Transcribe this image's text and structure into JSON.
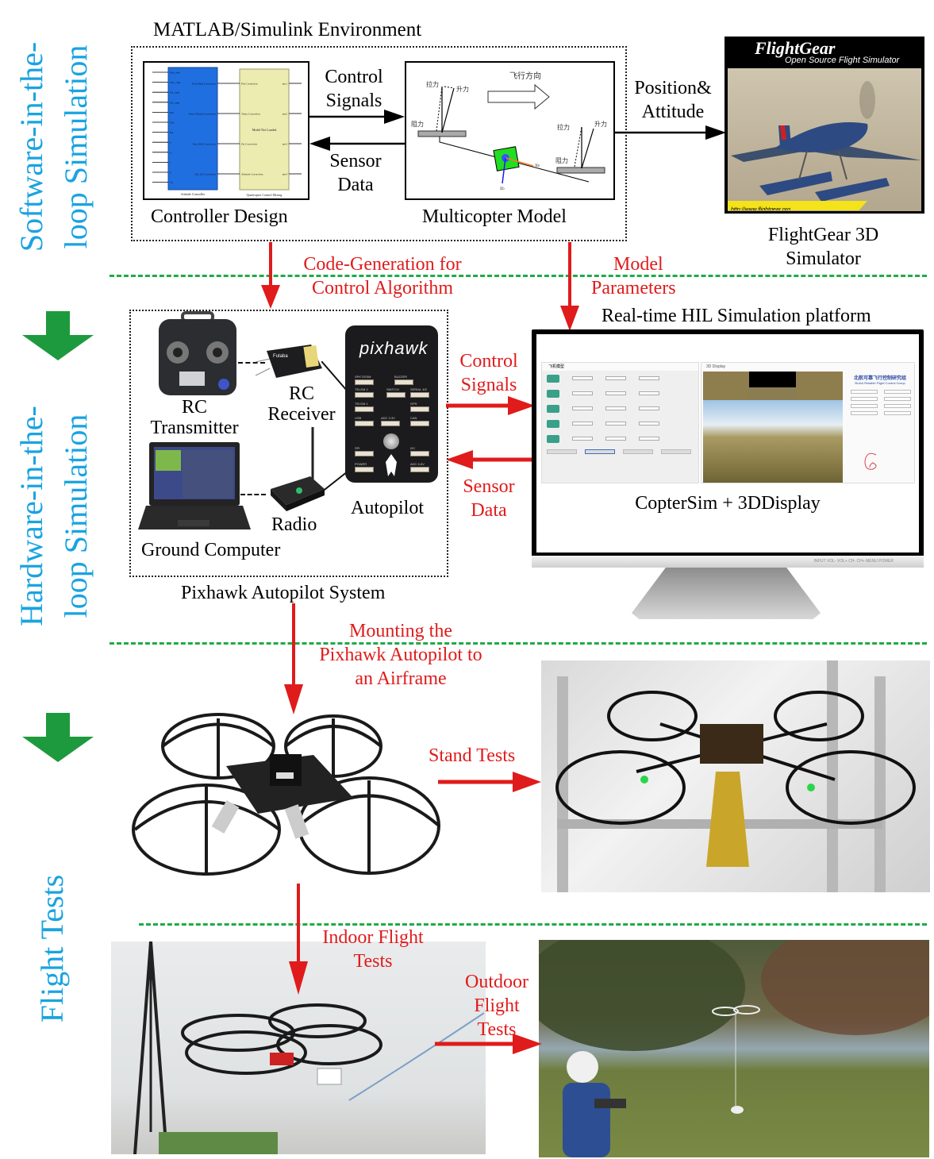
{
  "stages": [
    {
      "lines": [
        "Software-in-the-",
        "loop Simulation"
      ]
    },
    {
      "lines": [
        "Hardware-in-the-",
        "loop Simulation"
      ]
    },
    {
      "lines": [
        "Flight Tests"
      ]
    }
  ],
  "sil": {
    "env_title": "MATLAB/Simulink Environment",
    "controller_caption": "Controller Design",
    "model_caption": "Multicopter Model",
    "control_signals": [
      "Control",
      "Signals"
    ],
    "sensor_data": [
      "Sensor",
      "Data"
    ],
    "position_attitude": [
      "Position&",
      "Attitude"
    ],
    "flightgear_caption": [
      "FlightGear 3D",
      "Simulator"
    ],
    "flightgear_logo": "FlightGear",
    "flightgear_subtitle": "Open Source Flight Simulator",
    "flightgear_url": "http://www.flightgear.org",
    "simulink": {
      "block1_name": "Attitude Controller",
      "block2_name": "Quadcopter Control Mixing",
      "block2_center": "Model Not Loaded",
      "block1_inputs": [
        "Phi_cmd",
        "The_cmd",
        "Psi_cmd",
        "Alt_cmd",
        "Phi",
        "The",
        "Psi",
        "p",
        "q",
        "r",
        "Z",
        "Vz"
      ],
      "block1_outputs": [
        "Roll (Phi) Correction",
        "Pitch (Theta) Correction",
        "Yaw (Psi) Correction",
        "Alt. (Z) Correction"
      ],
      "block2_inputs": [
        "Phi Correction",
        "Theta Correction",
        "Psi Correction",
        "Altitude Correction"
      ],
      "block2_outputs": [
        "mo1",
        "mo2",
        "mo3",
        "mo4"
      ]
    },
    "model_labels": {
      "flight_direction": "飞行方向",
      "pull": "拉力",
      "lift": "升力",
      "drag": "阻力",
      "xb": "x",
      "zb": "z",
      "sub_b": "b"
    }
  },
  "transitions": {
    "code_generation": [
      "Code-Generation for",
      "Control Algorithm"
    ],
    "model_parameters": [
      "Model",
      "Parameters"
    ],
    "mounting": [
      "Mounting the",
      "Pixhawk Autopilot to",
      "an Airframe"
    ],
    "stand_tests": "Stand Tests",
    "indoor_flight": [
      "Indoor Flight",
      "Tests"
    ],
    "outdoor_flight": [
      "Outdoor",
      "Flight",
      "Tests"
    ]
  },
  "hil": {
    "system_caption": "Pixhawk Autopilot System",
    "rc_transmitter": [
      "RC",
      "Transmitter"
    ],
    "rc_receiver": [
      "RC",
      "Receiver"
    ],
    "ground_computer": "Ground Computer",
    "radio": "Radio",
    "autopilot": "Autopilot",
    "pixhawk_logo": "pixhawk",
    "pixhawk_ports": [
      "SPKT/DSM",
      "BUZZER",
      "TELEM 2",
      "SWITCH",
      "SERIAL 4/5",
      "TELEM 1",
      "GPS",
      "USB",
      "ADC 3.3V",
      "CAN",
      "SPI",
      "I2C",
      "POWER",
      "ADC 6.6V"
    ],
    "control_signals": [
      "Control",
      "Signals"
    ],
    "sensor_data": [
      "Sensor",
      "Data"
    ],
    "platform_title": "Real-time HIL Simulation platform",
    "monitor_caption": "CopterSim + 3DDisplay",
    "monitor_buttons": "INPUT  VOL-  VOL+  CH-  CH+  MENU POWER",
    "coptersim_window_title": "飞机模型",
    "display_window_title": "3D Display",
    "group_name_cn": "北航可靠飞行控制研究组",
    "group_name_en": "BUAA Reliable Flight Control Group"
  },
  "colors": {
    "stage_text": "#1aa3e0",
    "annotation_red": "#e01b1b",
    "divider_green": "#1faa4a",
    "stage_arrow_green": "#1e9a3e",
    "simulink_blue": "#1f6fe0",
    "simulink_yellow": "#ecebb0"
  }
}
